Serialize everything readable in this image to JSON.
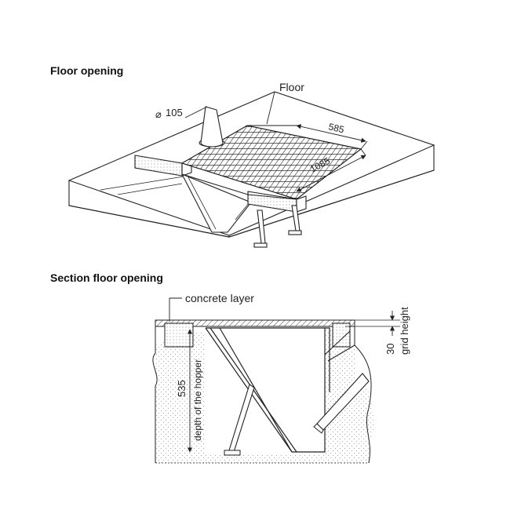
{
  "titles": {
    "floor_opening": "Floor opening",
    "section": "Section floor opening"
  },
  "labels": {
    "floor": "Floor",
    "diameter": "105",
    "width": "585",
    "length": "1085",
    "concrete_layer": "concrete layer",
    "grid_height_value": "30",
    "grid_height_label": "grid height",
    "depth_value": "535",
    "depth_label": "depth of the hopper"
  },
  "colors": {
    "line": "#222222",
    "hatch": "#444444"
  }
}
